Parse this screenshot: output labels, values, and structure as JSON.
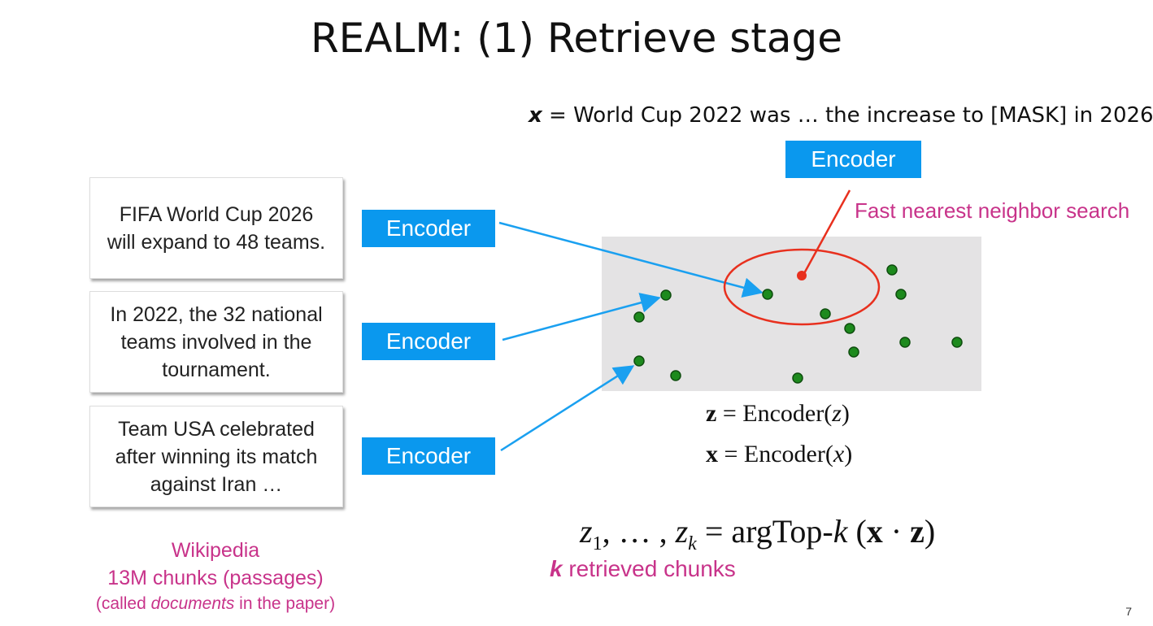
{
  "slide": {
    "title": "REALM: (1) Retrieve stage",
    "page_number": "7"
  },
  "query": {
    "var": "x",
    "text": "= World Cup 2022 was … the increase to [MASK] in 2026."
  },
  "encoders": {
    "query_label": "Encoder",
    "doc1_label": "Encoder",
    "doc2_label": "Encoder",
    "doc3_label": "Encoder"
  },
  "documents": [
    {
      "line1": "FIFA World Cup 2026",
      "line2": "will expand to 48 teams.",
      "line3": ""
    },
    {
      "line1": "In 2022, the 32 national",
      "line2": "teams involved in the",
      "line3": "tournament."
    },
    {
      "line1": "Team USA celebrated",
      "line2": "after winning its match",
      "line3": "against Iran …"
    }
  ],
  "corpus": {
    "line1": "Wikipedia",
    "line2": "13M chunks (passages)",
    "line3_pre": "(called ",
    "line3_em": "documents",
    "line3_post": " in the paper)"
  },
  "search_label": "Fast nearest neighbor search",
  "equations": {
    "z_eq": "z = Encoder(z)",
    "x_eq": "x = Encoder(x)",
    "argtop": "z1, …, zk = argTop-k (x · z)"
  },
  "retrieved": {
    "k": "k",
    "text": " retrieved chunks"
  },
  "colors": {
    "encoder_bg": "#0a98ee",
    "arrow": "#1aa0f0",
    "accent_pink": "#c8338a",
    "point_green": "#1d8a1d",
    "query_point_red": "#e8301e",
    "space_bg": "#e4e3e4"
  }
}
